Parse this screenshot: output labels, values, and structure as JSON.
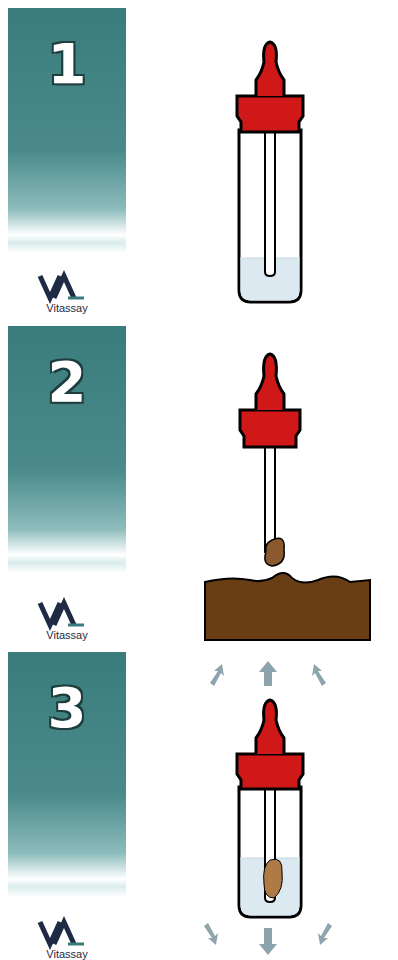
{
  "diagram": {
    "nodes": [
      {
        "text": [
          "1"
        ]
      },
      {
        "text": [
          "2"
        ]
      },
      {
        "text": [
          "3"
        ]
      }
    ],
    "labels": [
      "Vitassay",
      "Vitassay",
      "Vitassay"
    ]
  }
}
